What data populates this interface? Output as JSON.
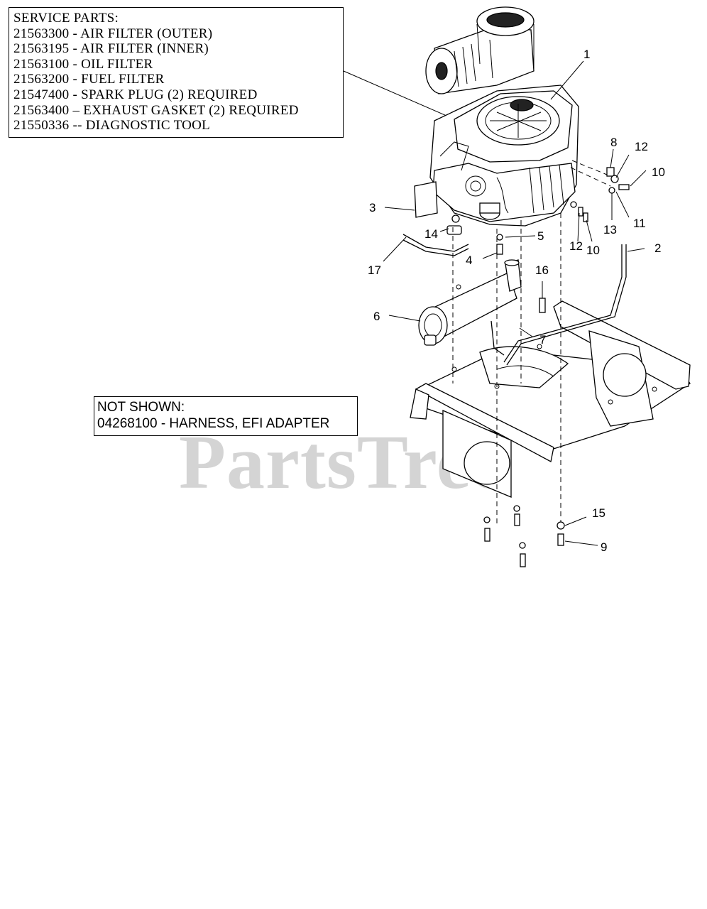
{
  "service_parts": {
    "title": "SERVICE PARTS:",
    "lines": [
      "21563300 - AIR FILTER (OUTER)",
      "21563195 - AIR FILTER (INNER)",
      "21563100 - OIL FILTER",
      "21563200 - FUEL FILTER",
      "21547400 - SPARK PLUG (2) REQUIRED",
      "21563400 – EXHAUST GASKET (2) REQUIRED",
      "21550336 -- DIAGNOSTIC TOOL"
    ]
  },
  "not_shown": {
    "title": "NOT SHOWN:",
    "line": "04268100 - HARNESS, EFI ADAPTER"
  },
  "watermark": "PartsTree",
  "callouts": {
    "c1": "1",
    "c2": "2",
    "c3": "3",
    "c4": "4",
    "c5": "5",
    "c6": "6",
    "c7": "7",
    "c8": "8",
    "c9": "9",
    "c10a": "10",
    "c10b": "10",
    "c11": "11",
    "c12a": "12",
    "c12b": "12",
    "c13": "13",
    "c14": "14",
    "c15": "15",
    "c16": "16",
    "c17": "17"
  }
}
